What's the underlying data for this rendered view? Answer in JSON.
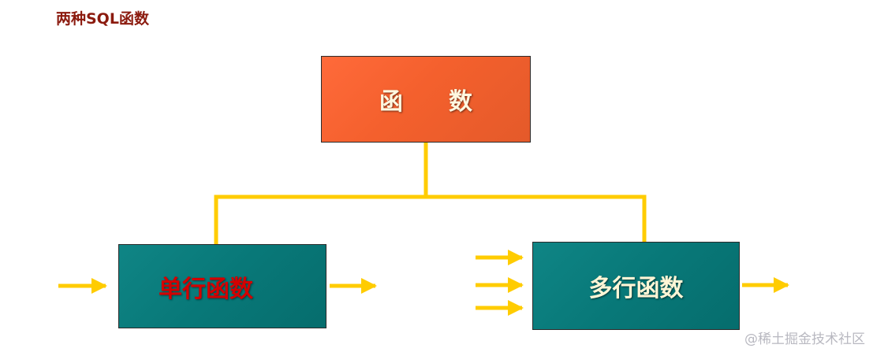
{
  "title": "两种SQL函数",
  "diagram": {
    "root": {
      "char_1": "函",
      "char_2": "数",
      "fill": "#f4602d",
      "text_color": "#fff8e0"
    },
    "single_row": {
      "label": "单行函数",
      "fill": "#087878",
      "text_color": "#d40000"
    },
    "multi_row": {
      "label": "多行函数",
      "fill": "#087878",
      "text_color": "#fff6d6"
    },
    "connector_color": "#ffcc00",
    "arrow_color": "#ffcc00"
  },
  "watermark": "@稀土掘金技术社区"
}
